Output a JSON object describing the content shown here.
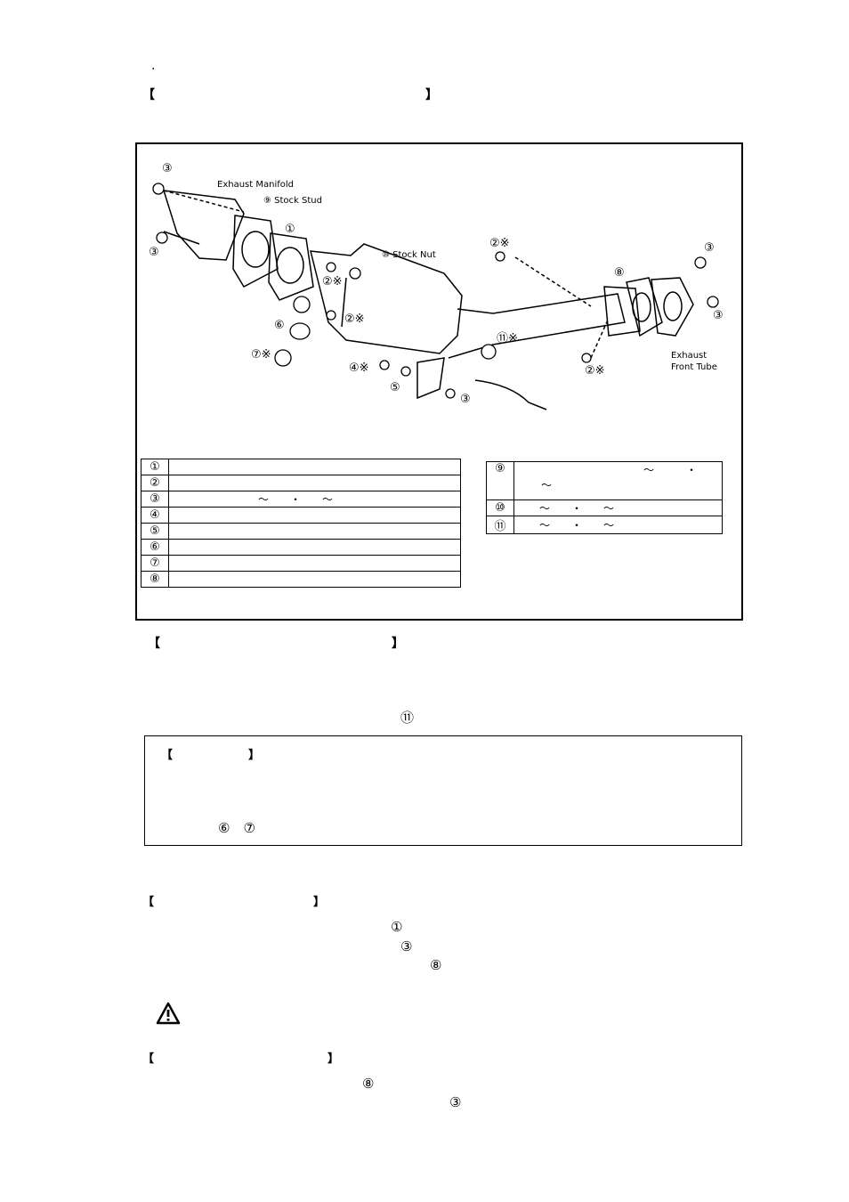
{
  "header": {
    "dot": "."
  },
  "section1": {
    "bracket_open": "【",
    "bracket_close": "】"
  },
  "diagram": {
    "labels": {
      "exhaust_manifold": "Exhaust Manifold",
      "stock_stud": "⑨ Stock Stud",
      "stock_nut": "⑩ Stock Nut",
      "exhaust_front_tube_1": "Exhaust",
      "exhaust_front_tube_2": "Front Tube"
    },
    "callouts": {
      "c1": "①",
      "c2a": "②※",
      "c2b": "②※",
      "c2c": "②※",
      "c2d": "②※",
      "c3a": "③",
      "c3b": "③",
      "c3c": "③",
      "c3d": "③",
      "c3e": "③",
      "c4": "④※",
      "c5": "⑤",
      "c6": "⑥",
      "c7": "⑦※",
      "c8": "⑧",
      "c11": "⑪※"
    }
  },
  "parts_left": [
    {
      "num": "①",
      "text": ""
    },
    {
      "num": "②",
      "text": ""
    },
    {
      "num": "③",
      "text": "～　　・　　～"
    },
    {
      "num": "④",
      "text": ""
    },
    {
      "num": "⑤",
      "text": ""
    },
    {
      "num": "⑥",
      "text": ""
    },
    {
      "num": "⑦",
      "text": ""
    },
    {
      "num": "⑧",
      "text": ""
    }
  ],
  "parts_right": [
    {
      "num": "⑨",
      "text": "～　　　・",
      "text2": "～"
    },
    {
      "num": "⑩",
      "text": "～　　・　　～"
    },
    {
      "num": "⑪",
      "text": "～　　・　　～"
    }
  ],
  "section2": {
    "bracket_open": "【",
    "bracket_close": "】",
    "ref": "⑪"
  },
  "notice": {
    "bracket_open": "【",
    "bracket_close": "】",
    "refs": "⑥　⑦"
  },
  "section3": {
    "bracket_open": "【",
    "bracket_close": "】",
    "ref1": "①",
    "ref2": "③",
    "ref3": "⑧"
  },
  "warning": {
    "icon": "warning-triangle"
  },
  "section4": {
    "bracket_open": "【",
    "bracket_close": "】",
    "ref1": "⑧",
    "ref2": "③"
  }
}
